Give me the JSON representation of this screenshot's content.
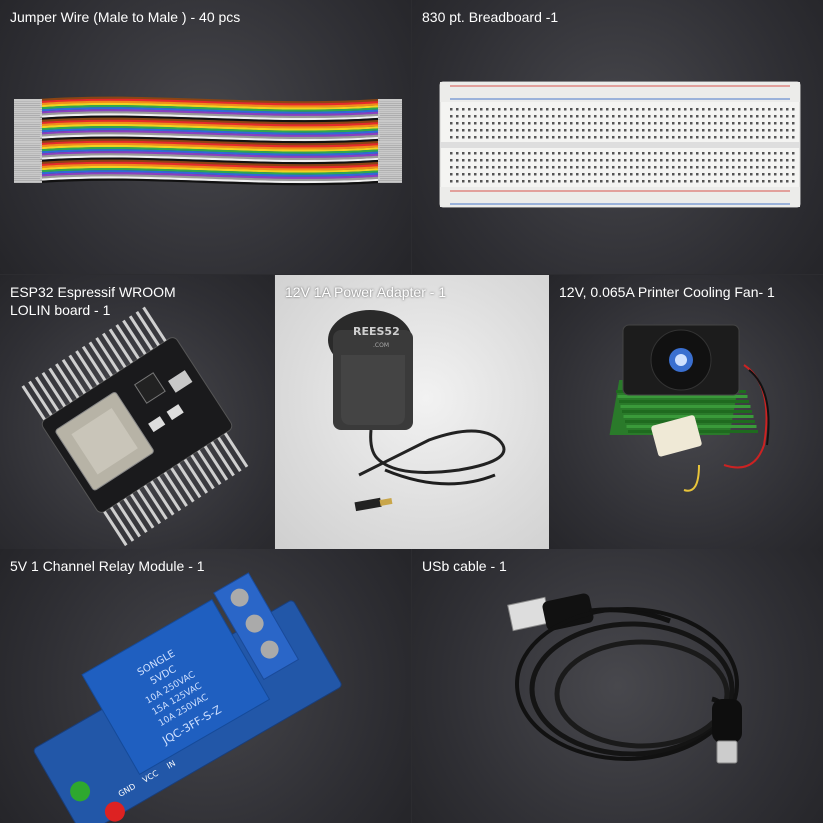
{
  "items": [
    {
      "caption": "Jumper Wire (Male to Male ) - 40 pcs"
    },
    {
      "caption": "830 pt. Breadboard -1"
    },
    {
      "caption": "ESP32 Espressif WROOM\nLOLIN board - 1"
    },
    {
      "caption": "12V 1A Power Adapter - 1"
    },
    {
      "caption": "12V, 0.065A Printer Cooling Fan- 1"
    },
    {
      "caption": "5V 1 Channel Relay Module - 1"
    },
    {
      "caption": "USb cable  - 1"
    }
  ],
  "adapter_brand": "REES52",
  "adapter_brand_sub": ".COM",
  "relay_markings": [
    "SONGLE",
    "5VDC",
    "10A 250VAC",
    "15A 125VAC",
    "10A 250VAC",
    "JQC-3FF-S-Z"
  ],
  "relay_pins": [
    "GND",
    "VCC",
    "IN"
  ]
}
